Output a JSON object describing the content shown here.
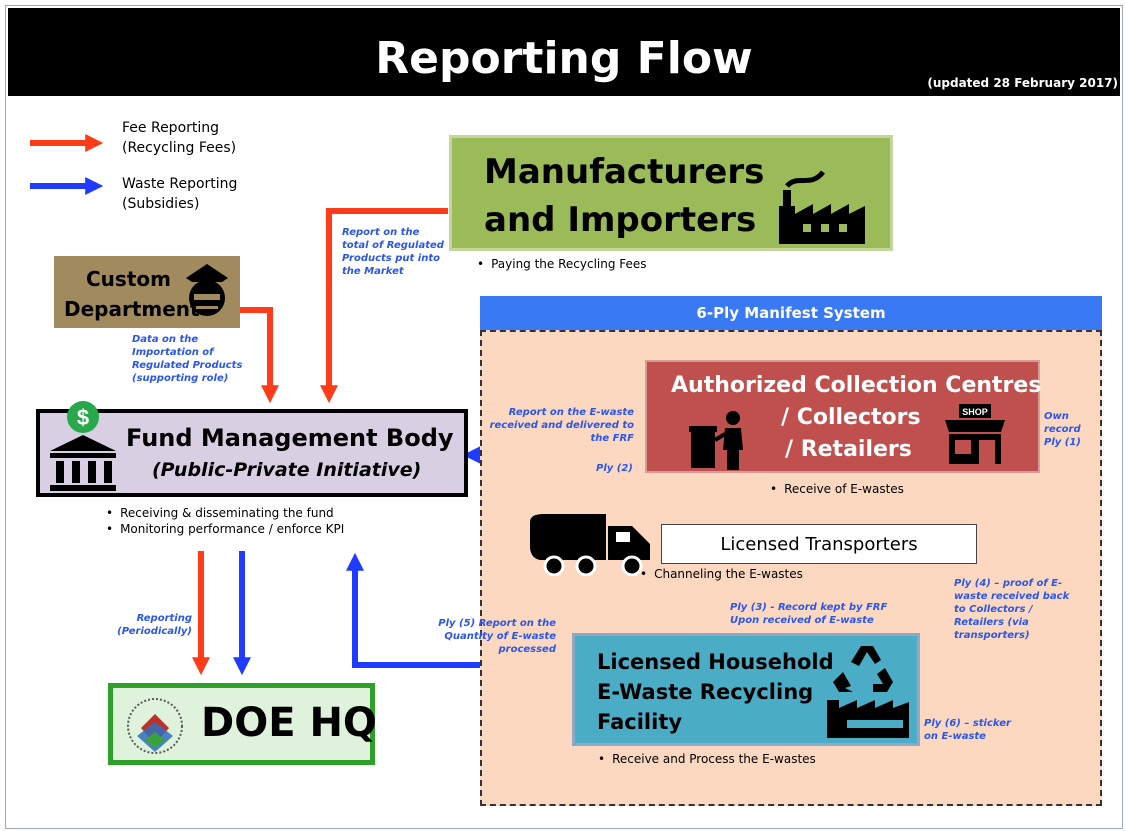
{
  "title": "Reporting Flow",
  "updated": "(updated 28 February 2017)",
  "legend": [
    {
      "line1": "Fee Reporting",
      "line2": "(Recycling Fees)",
      "color": "#ff3b1a"
    },
    {
      "line1": "Waste Reporting",
      "line2": "(Subsidies)",
      "color": "#1f3bff"
    }
  ],
  "colors": {
    "fee": "#ff3b1a",
    "waste": "#1f3bff"
  },
  "manufacturers": {
    "line1": "Manufacturers",
    "line2": "and Importers",
    "bullet": "Paying the Recycling Fees",
    "icon": "factory-icon"
  },
  "custom": {
    "line1": "Custom",
    "line2": "Department",
    "icon": "police-officer-icon"
  },
  "fund": {
    "line1": "Fund Management Body",
    "line2": "(Public-Private Initiative)",
    "bullets": [
      "Receiving & disseminating the fund",
      "Monitoring performance / enforce KPI"
    ],
    "icons": [
      "dollar-coin-icon",
      "bank-icon"
    ]
  },
  "manifest": {
    "header": "6-Ply Manifest System"
  },
  "acc": {
    "line1": "Authorized Collection Centres",
    "line2": "/ Collectors",
    "line3": "/ Retailers",
    "bullet": "Receive of E-wastes",
    "shop_sign": "SHOP",
    "icons": [
      "collector-person-icon",
      "shop-icon"
    ]
  },
  "transporters": {
    "label": "Licensed Transporters",
    "bullet": "Channeling the E-wastes",
    "icon": "truck-icon"
  },
  "facility": {
    "line1": "Licensed Household",
    "line2": "E-Waste Recycling",
    "line3": "Facility",
    "bullet": "Receive and Process the E-wastes",
    "icon": "recycling-factory-icon"
  },
  "doe": {
    "label": "DOE HQ",
    "icon": "doe-logo-icon"
  },
  "annotations": {
    "report_total": [
      "Report on the",
      "total of Regulated",
      "Products put into",
      "the Market"
    ],
    "data_import": [
      "Data on the",
      "Importation of",
      "Regulated Products",
      "(supporting role)"
    ],
    "report_ewaste": [
      "Report on the E-waste",
      "received and delivered to",
      "the FRF"
    ],
    "ply2": "Ply (2)",
    "own_record": [
      "Own",
      "record",
      "Ply (1)"
    ],
    "ply3": [
      "Ply (3) -  Record kept by FRF",
      "Upon received of E-waste"
    ],
    "ply4": [
      "Ply (4) – proof of E-",
      "waste received back",
      "to Collectors /",
      "Retailers (via",
      "transporters)"
    ],
    "ply5": [
      "Ply (5) Report on the",
      "Quantity of E-waste",
      "processed"
    ],
    "ply6": [
      "Ply (6) – sticker",
      "on E-waste"
    ],
    "reporting": [
      "Reporting",
      "(Periodically)"
    ]
  }
}
